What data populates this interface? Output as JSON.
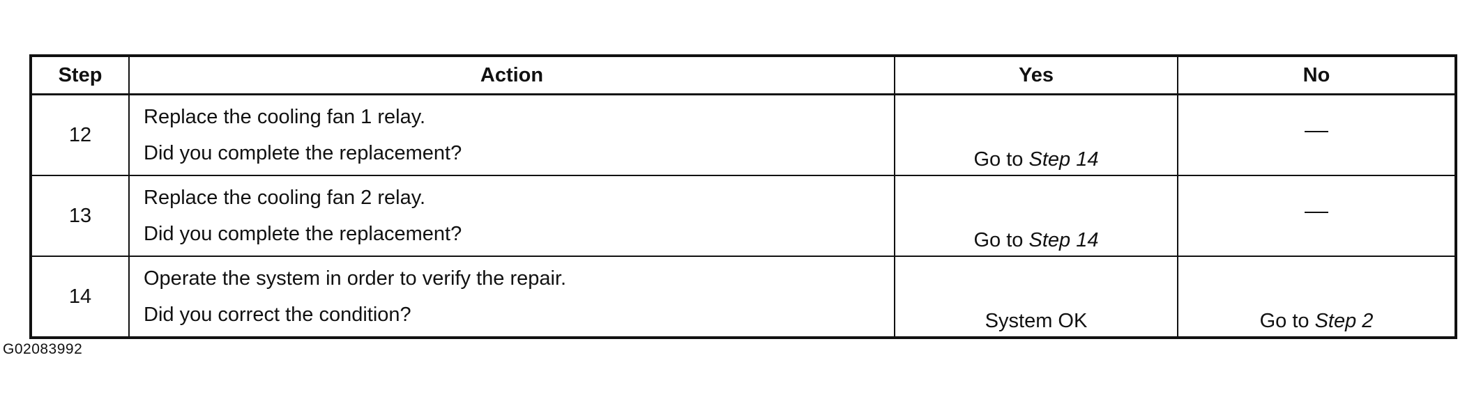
{
  "table": {
    "headers": {
      "step": "Step",
      "action": "Action",
      "yes": "Yes",
      "no": "No"
    },
    "rows": [
      {
        "step": "12",
        "action_line1": "Replace the cooling fan 1 relay.",
        "action_line2": "Did you complete the replacement?",
        "yes_prefix": "Go to ",
        "yes_ref": "Step 14",
        "no_text": "—"
      },
      {
        "step": "13",
        "action_line1": "Replace the cooling fan 2 relay.",
        "action_line2": "Did you complete the replacement?",
        "yes_prefix": "Go to ",
        "yes_ref": "Step 14",
        "no_text": "—"
      },
      {
        "step": "14",
        "action_line1": "Operate the system in order to verify the repair.",
        "action_line2": "Did you correct the condition?",
        "yes_text": "System OK",
        "no_prefix": "Go to ",
        "no_ref": "Step 2"
      }
    ]
  },
  "figure_id": "G02083992"
}
